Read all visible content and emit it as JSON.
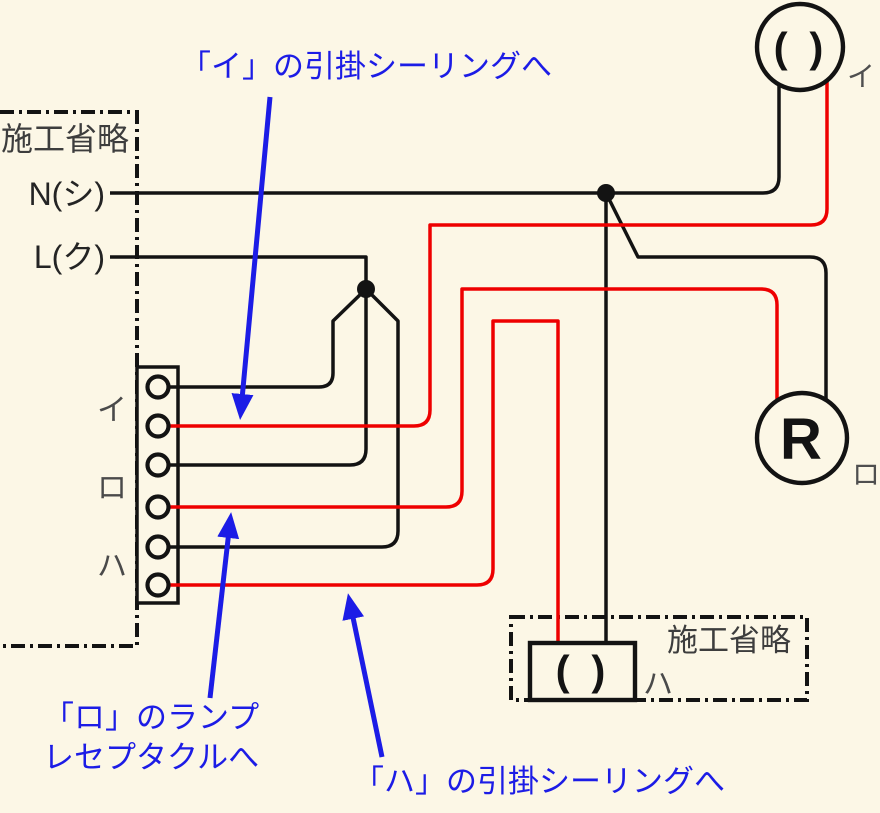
{
  "colors": {
    "background": "#fcf7e6",
    "wire_black": "#131313",
    "wire_red": "#ee0000",
    "annotation_blue": "#1c1ce6",
    "label_gray": "#3d3d3d"
  },
  "source_panel": {
    "label": "施工省略",
    "neutral_label": "N(シ)",
    "line_label": "L(ク)"
  },
  "switch_strip": {
    "groups": [
      {
        "label": "イ"
      },
      {
        "label": "ロ"
      },
      {
        "label": "ハ"
      }
    ]
  },
  "fixtures": {
    "ceiling_i": {
      "symbol": "( )",
      "label": "イ"
    },
    "lamp_ro": {
      "symbol": "R",
      "label": "ロ"
    },
    "ceiling_ha": {
      "symbol": "( )",
      "label": "ハ",
      "panel_label": "施工省略"
    }
  },
  "annotations": {
    "to_ceiling_i": "「イ」の引掛シーリングへ",
    "to_lamp_ro_line1": "「ロ」のランプ",
    "to_lamp_ro_line2": "レセプタクルへ",
    "to_ceiling_ha": "「ハ」の引掛シーリングへ"
  }
}
